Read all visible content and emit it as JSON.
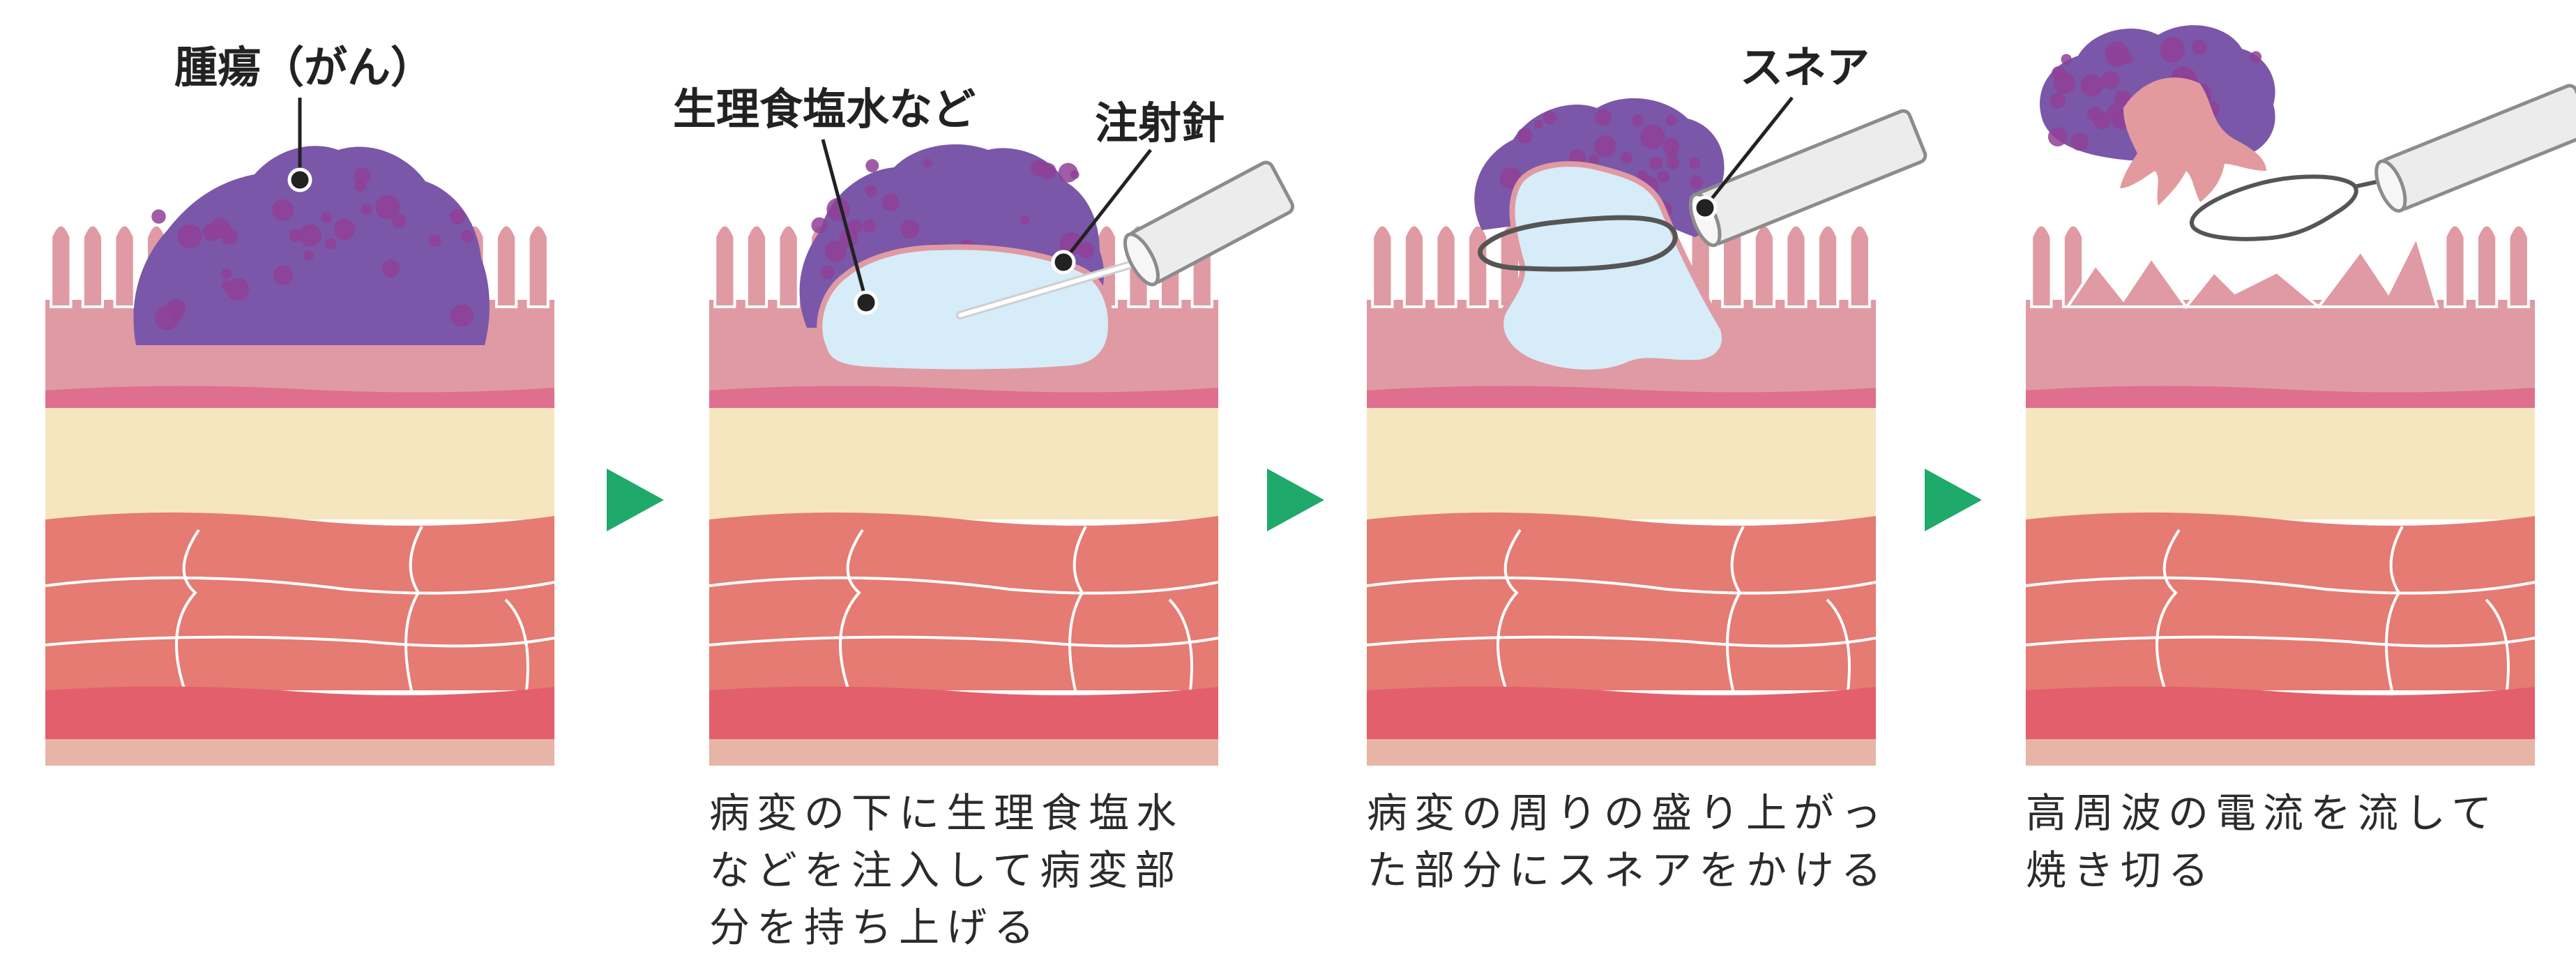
{
  "colors": {
    "villi": "#e09aa3",
    "villi_outline": "#ffffff",
    "mucosa_band": "#df6f8f",
    "submucosa": "#f5e6c0",
    "muscle": "#e57b72",
    "muscle_dark": "#e35f6b",
    "serosa": "#e7b5a6",
    "tumor": "#7a57a8",
    "tumor_dots": "#8f3f96",
    "saline": "#d6ecf8",
    "saline_edge": "#e09aa3",
    "arrow": "#1fa96a",
    "needle": "#d7d7d7"
  },
  "labels": {
    "tumor": "腫瘍（がん）",
    "saline": "生理食塩水など",
    "needle": "注射針",
    "snare": "スネア"
  },
  "captions": [
    [],
    [
      "病変の下に生理食塩水",
      "などを注入して病変部",
      "分を持ち上げる"
    ],
    [
      "病変の周りの盛り上がっ",
      "た部分にスネアをかける"
    ],
    [
      "高周波の電流を流して",
      "焼き切る"
    ]
  ],
  "icons": {
    "step_arrow": "play-triangle-icon"
  }
}
